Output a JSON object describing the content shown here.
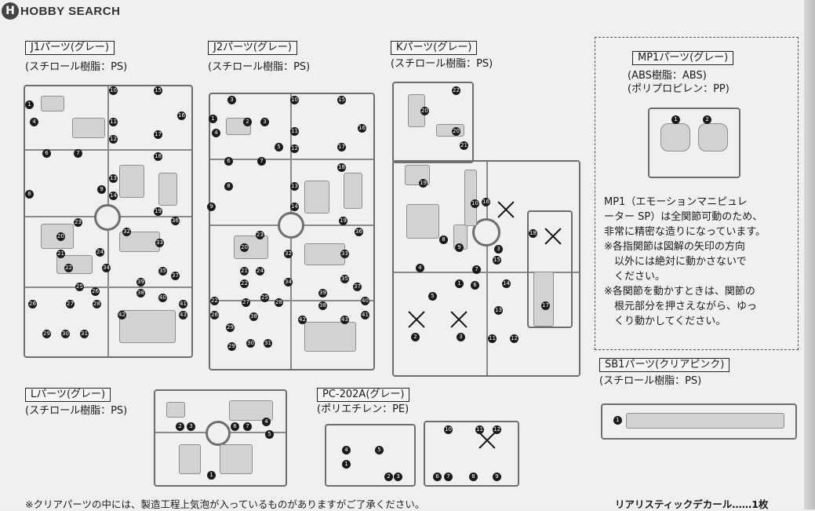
{
  "logo": {
    "text": "HOBBY SEARCH"
  },
  "j1": {
    "title": "J1パーツ(グレー)",
    "material": "(スチロール樹脂：PS)"
  },
  "j2": {
    "title": "J2パーツ(グレー)",
    "material": "(スチロール樹脂：PS)"
  },
  "k": {
    "title": "Kパーツ(グレー)",
    "material": "(スチロール樹脂：PS)"
  },
  "mp1": {
    "title": "MP1パーツ(グレー)",
    "material1": "(ABS樹脂：ABS)",
    "material2": "(ポリプロピレン：PP)",
    "desc": [
      "MP1（エモーションマニピュレ",
      "ーター SP）は全関節可動のため、",
      "非常に精密な造りになっています。",
      "※各指関節は図解の矢印の方向",
      "　以外には絶対に動かさないで",
      "　ください。",
      "※各関節を動かすときは、関節の",
      "　根元部分を押さえながら、ゆっ",
      "　くり動かしてください。"
    ]
  },
  "l": {
    "title": "Lパーツ(グレー)",
    "material": "(スチロール樹脂：PS)"
  },
  "pc": {
    "title": "PC-202A(グレー)",
    "material": "(ポリエチレン：PE)"
  },
  "sb1": {
    "title": "SB1パーツ(クリアピンク)",
    "material": "(スチロール樹脂：PS)"
  },
  "footer": {
    "note": "※クリアパーツの中には、製造工程上気泡が入っているものがありますがご了承ください。",
    "decal": "リアリスティックデカール……1枚"
  },
  "colors": {
    "runner": "#6e6e6e",
    "part": "#d3d2d0",
    "marker": "#1a1a1a"
  }
}
